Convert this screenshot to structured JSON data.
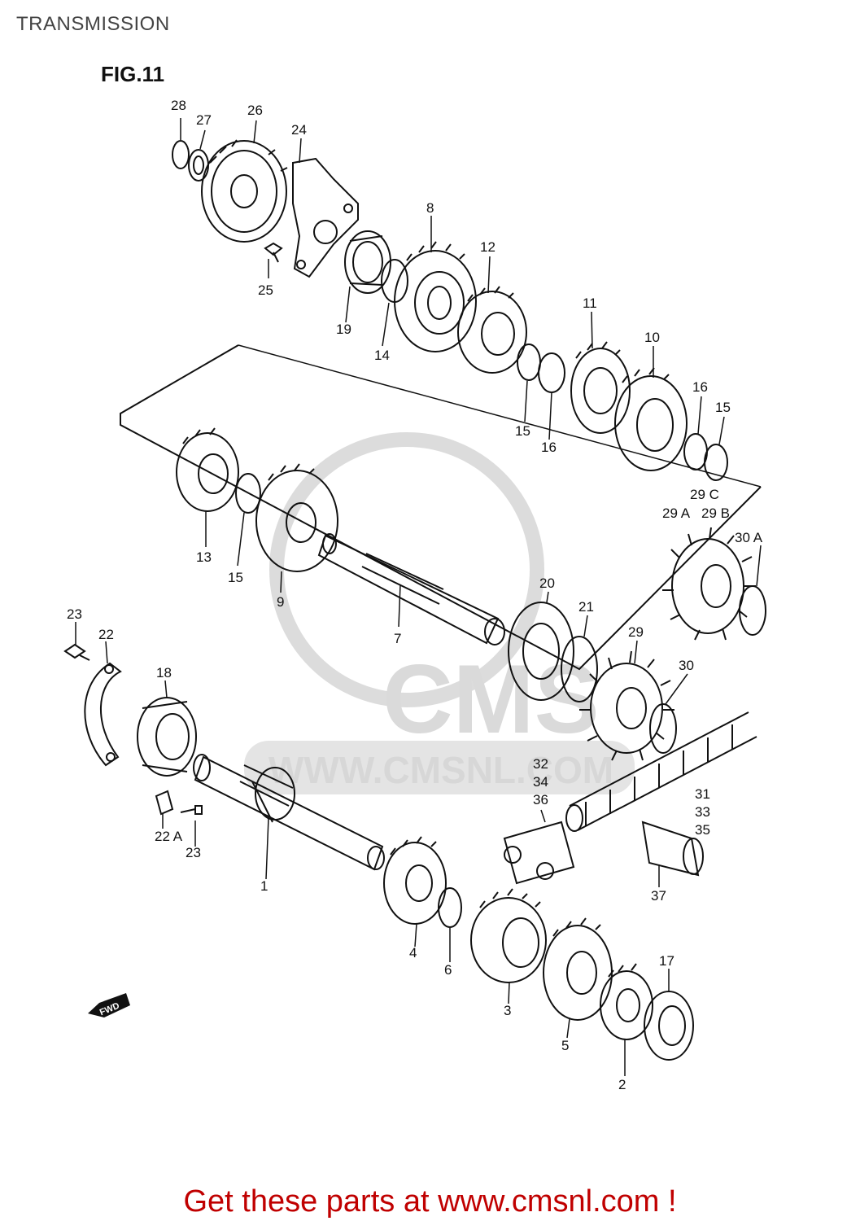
{
  "page": {
    "title": "TRANSMISSION",
    "figure": "FIG.11"
  },
  "watermark": {
    "url": "WWW.CMSNL.COM",
    "brand": "CMS"
  },
  "direction_badge": "FWD",
  "footer": {
    "text": "Get these parts at www.cmsnl.com !"
  },
  "callouts": {
    "c1": "1",
    "c2": "2",
    "c3": "3",
    "c4": "4",
    "c5": "5",
    "c6": "6",
    "c7": "7",
    "c8": "8",
    "c9": "9",
    "c10": "10",
    "c11": "11",
    "c12": "12",
    "c13": "13",
    "c14": "14",
    "c15a": "15",
    "c15b": "15",
    "c15c": "15",
    "c16a": "16",
    "c16b": "16",
    "c17": "17",
    "c18": "18",
    "c19": "19",
    "c20": "20",
    "c21": "21",
    "c22": "22",
    "c22a": "22 A",
    "c23a": "23",
    "c23b": "23",
    "c24": "24",
    "c25": "25",
    "c26": "26",
    "c27": "27",
    "c28": "28",
    "c29": "29",
    "c29a": "29 A",
    "c29b": "29 B",
    "c29c": "29 C",
    "c30": "30",
    "c30a": "30 A",
    "c31": "31",
    "c32": "32",
    "c33": "33",
    "c34": "34",
    "c35": "35",
    "c36": "36",
    "c37": "37"
  },
  "colors": {
    "line": "#111111",
    "watermark": "#d9d9d9",
    "footer": "#c00000"
  }
}
